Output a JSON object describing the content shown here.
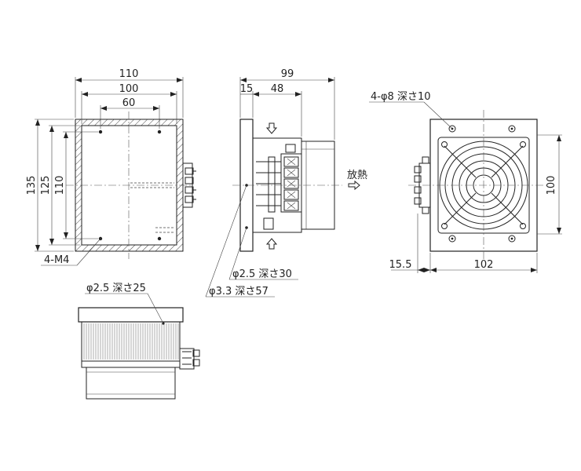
{
  "dimensions": {
    "front_w110": "110",
    "front_w100": "100",
    "front_w60": "60",
    "front_h135": "135",
    "front_h125": "125",
    "front_h110": "110",
    "front_holes": "4-M4",
    "side_d99": "99",
    "side_d15": "15",
    "side_d48": "48",
    "side_hole_a": "φ2.5 深さ30",
    "side_hole_b": "φ3.3 深さ57",
    "rear_holes": "4-φ8 深さ10",
    "rear_h100": "100",
    "rear_w15_5": "15.5",
    "rear_w102": "102",
    "bottom_hole": "φ2.5 深さ25"
  },
  "labels": {
    "heat_out": "放熱"
  },
  "icons": {
    "arrow_down": "hollow-arrow-down-icon",
    "arrow_up": "hollow-arrow-up-icon",
    "arrow_right": "hollow-arrow-right-icon"
  }
}
